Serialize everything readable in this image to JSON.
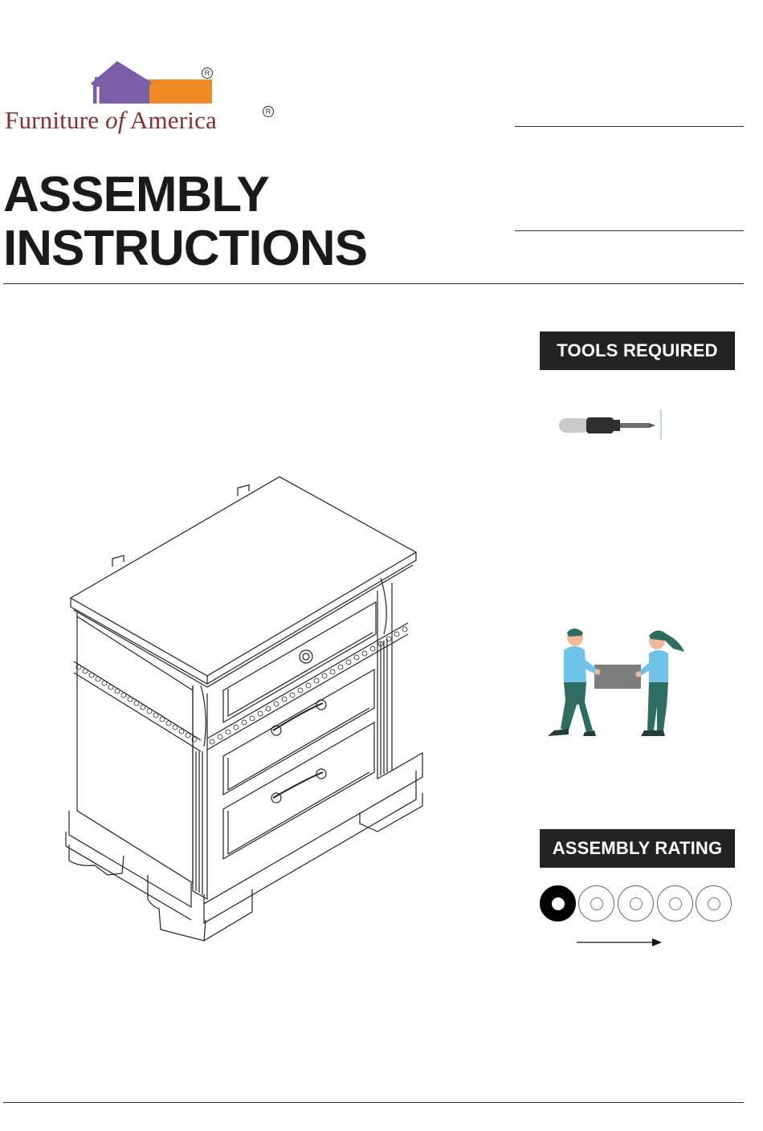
{
  "brand": {
    "name_part1": "Furniture ",
    "name_part2": "of",
    "name_part3": " America",
    "registered_mark": "R",
    "colors": {
      "house": "#7b5ea7",
      "bar": "#f08a24",
      "text": "#8a2f2f"
    }
  },
  "title": {
    "line1": "ASSEMBLY",
    "line2": "INSTRUCTIONS"
  },
  "tools": {
    "label": "TOOLS REQUIRED",
    "icon": "screwdriver-icon"
  },
  "people": {
    "icon": "two-person-lift-icon"
  },
  "rating": {
    "label": "ASSEMBLY RATING",
    "level": 1,
    "max": 5
  },
  "product": {
    "icon": "nightstand-drawing"
  }
}
